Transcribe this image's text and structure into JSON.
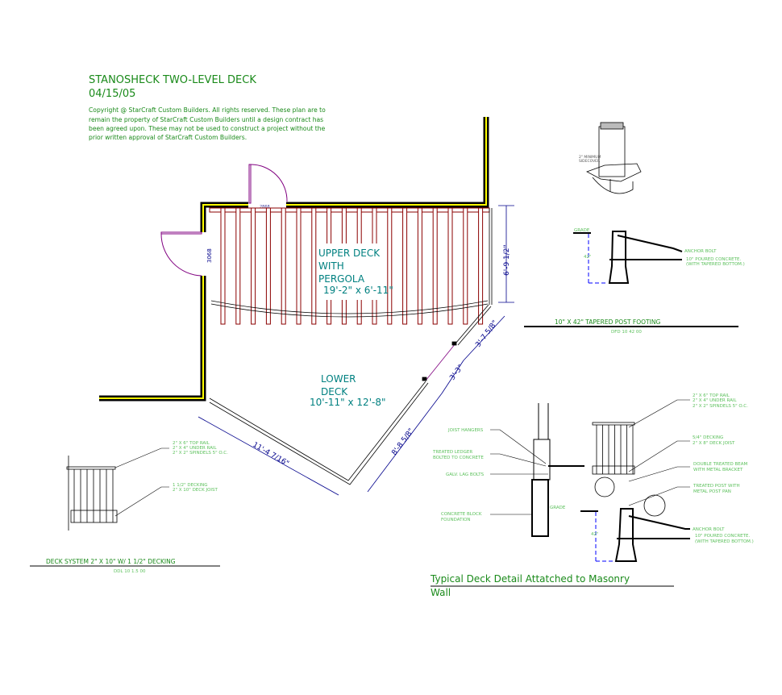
{
  "header": {
    "title": "STANOSHECK TWO-LEVEL DECK",
    "date": "04/15/05",
    "copyright": [
      "Copyright @ StarCraft Custom Builders.  All rights reserved.  These plan are to",
      "remain the property of StarCraft Custom Builders until a design contract has",
      "been agreed upon. These may not be used to construct a project without the",
      "prior  written approval of StarCraft Custom Builders."
    ]
  },
  "plan": {
    "upper_deck": [
      "UPPER DECK",
      "WITH",
      "PERGOLA",
      "19'-2\" x 6'-11\""
    ],
    "lower_deck": [
      "LOWER",
      "DECK",
      "10'-11\" x 12'-8\""
    ],
    "door_top": "2868",
    "door_left": "3068",
    "dims": {
      "upper_right": "6'-9 1/2\"",
      "lower_left": "11'-4 7/16\"",
      "lower_right": "8'-8 5/8\"",
      "mid": "3'-3\"",
      "top_diag": "3'-7 5/8\""
    }
  },
  "footing_detail": {
    "iso_label": [
      "2\" MINIMUM",
      "SIDECOVER"
    ],
    "grade": "GRADE",
    "depth": "42\"",
    "labels": [
      "ANCHOR BOLT",
      "10\" POURED CONCRETE.",
      "(WITH TAPERED BOTTOM.)"
    ],
    "title": "10\" X 42\" TAPERED POST FOOTING",
    "code": "DFD 10 42 00"
  },
  "deck_system": {
    "labels_top": [
      "2\" X 6\" TOP RAIL",
      "2\" X 4\" UNDER RAIL",
      "2\" X 2\" SPINDELS 5\" O.C."
    ],
    "labels_bottom": [
      "1 1/2\" DECKING",
      "2\" X 10\" DECK JOIST"
    ],
    "title": "DECK SYSTEM  2\" X 10\"  W/ 1 1/2\" DECKING",
    "code": "DDL 10 1.5 00"
  },
  "masonry_detail": {
    "left_labels": [
      "JOIST HANGERS",
      "TREATED LEDGER",
      "BOLTED TO CONCRETE",
      "GALV. LAG BOLTS",
      "CONCRETE BLOCK",
      "FOUNDATION"
    ],
    "right_labels": [
      "2\" X 6\" TOP RAIL",
      "2\" X 4\" UNDER RAIL",
      "2\" X 2\" SPINDELS 5\" O.C.",
      "5/4\" DECKING",
      "2\" X 8\" DECK JOIST",
      "DOUBLE TREATED BEAM",
      "WITH METAL BRACKET",
      "TREATED POST WITH",
      "METAL POST PAN",
      "ANCHOR BOLT",
      "10\" POURED CONCRETE.",
      "(WITH TAPERED BOTTOM.)"
    ],
    "grade": "GRADE",
    "depth": "42\"",
    "title": [
      "Typical Deck Detail Attatched to Masonry",
      "Wall"
    ]
  },
  "colors": {
    "wall": "#000000",
    "wall_fill": "#ffff00",
    "rafter": "#8b0000",
    "dim": "#00008b",
    "label": "#1a8a1a",
    "door": "#800080"
  }
}
